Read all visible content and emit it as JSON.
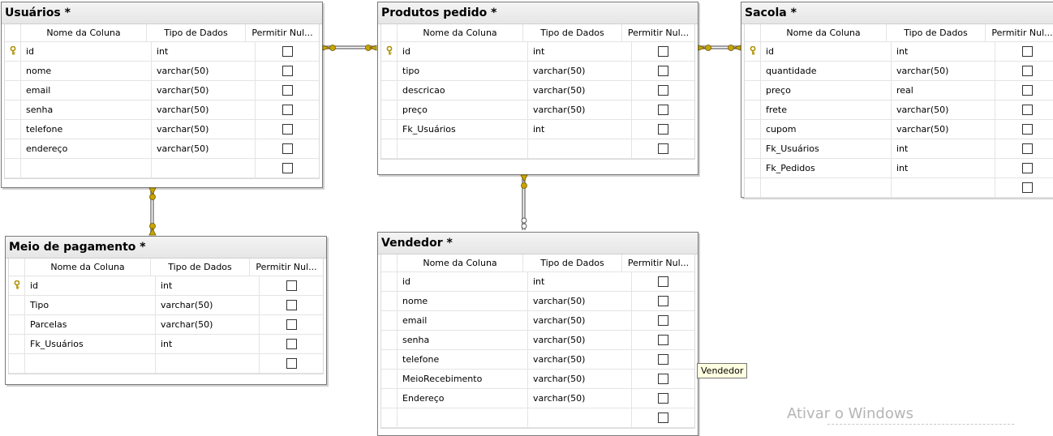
{
  "headers": {
    "col_name": "Nome da Coluna",
    "col_type": "Tipo de Dados",
    "col_null": "Permitir Nul..."
  },
  "tables": {
    "usuarios": {
      "title": "Usuários *",
      "rows": [
        {
          "name": "id",
          "type": "int",
          "pk": true
        },
        {
          "name": "nome",
          "type": "varchar(50)"
        },
        {
          "name": "email",
          "type": "varchar(50)"
        },
        {
          "name": "senha",
          "type": "varchar(50)"
        },
        {
          "name": "telefone",
          "type": "varchar(50)"
        },
        {
          "name": "endereço",
          "type": "varchar(50)"
        }
      ]
    },
    "produtos": {
      "title": "Produtos pedido *",
      "rows": [
        {
          "name": "id",
          "type": "int",
          "pk": true
        },
        {
          "name": "tipo",
          "type": "varchar(50)"
        },
        {
          "name": "descricao",
          "type": "varchar(50)"
        },
        {
          "name": "preço",
          "type": "varchar(50)"
        },
        {
          "name": "Fk_Usuários",
          "type": "int"
        }
      ]
    },
    "sacola": {
      "title": "Sacola *",
      "rows": [
        {
          "name": "id",
          "type": "int",
          "pk": true
        },
        {
          "name": "quantidade",
          "type": "varchar(50)"
        },
        {
          "name": "preço",
          "type": "real"
        },
        {
          "name": "frete",
          "type": "varchar(50)"
        },
        {
          "name": "cupom",
          "type": "varchar(50)"
        },
        {
          "name": "Fk_Usuários",
          "type": "int"
        },
        {
          "name": "Fk_Pedidos",
          "type": "int"
        }
      ]
    },
    "meio": {
      "title": "Meio de pagamento *",
      "rows": [
        {
          "name": "id",
          "type": "int",
          "pk": true
        },
        {
          "name": "Tipo",
          "type": "varchar(50)"
        },
        {
          "name": "Parcelas",
          "type": "varchar(50)"
        },
        {
          "name": "Fk_Usuários",
          "type": "int"
        }
      ]
    },
    "vendedor": {
      "title": "Vendedor *",
      "rows": [
        {
          "name": "id",
          "type": "int"
        },
        {
          "name": "nome",
          "type": "varchar(50)"
        },
        {
          "name": "email",
          "type": "varchar(50)"
        },
        {
          "name": "senha",
          "type": "varchar(50)"
        },
        {
          "name": "telefone",
          "type": "varchar(50)"
        },
        {
          "name": "MeioRecebimento",
          "type": "varchar(50)"
        },
        {
          "name": "Endereço",
          "type": "varchar(50)"
        }
      ]
    }
  },
  "tooltip": "Vendedor",
  "watermark": "Ativar o Windows",
  "colors": {
    "key": "#c9a400",
    "connector": "#808080",
    "tooltip_bg": "#ffffe1"
  }
}
